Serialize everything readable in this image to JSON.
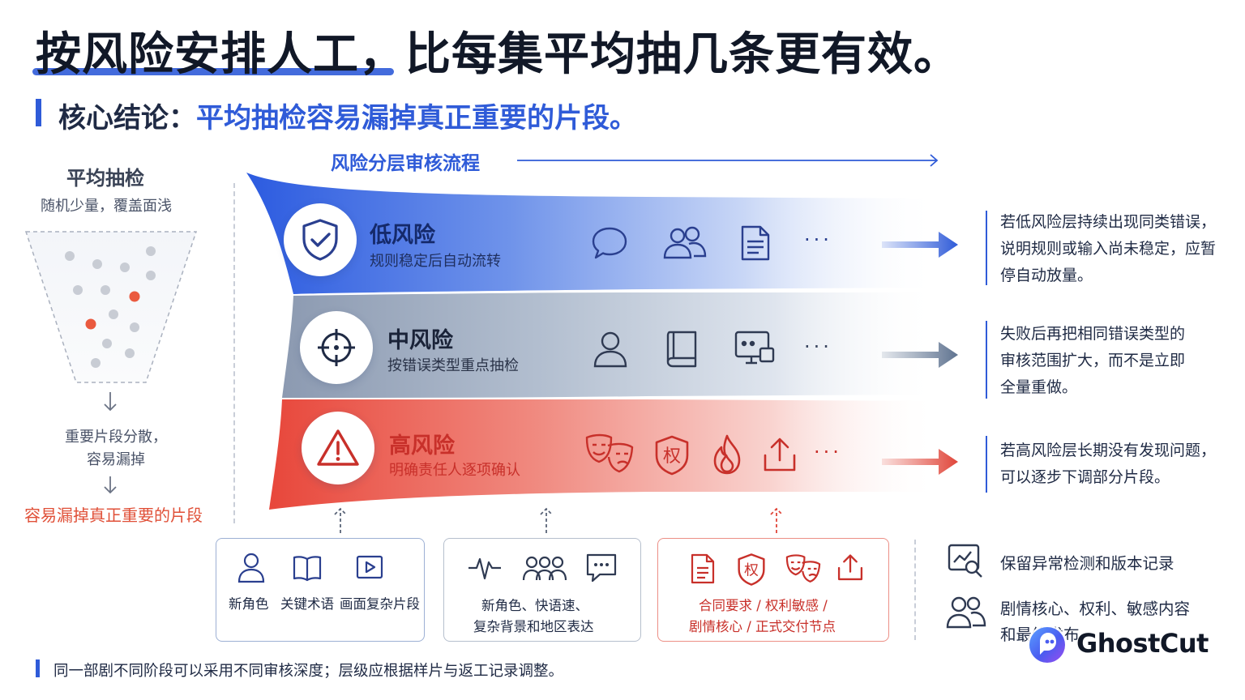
{
  "title": "按风险安排人工，比每集平均抽几条更有效。",
  "subtitle": {
    "prefix": "核心结论：",
    "highlight": "平均抽检容易漏掉真正重要的片段。"
  },
  "left": {
    "title": "平均抽检",
    "subtitle": "随机少量，覆盖面浅",
    "scatter_text": "重要片段分散，容易漏掉",
    "miss_text": "容易漏掉真正重要的片段"
  },
  "flow": {
    "title": "风险分层审核流程",
    "tiers": [
      {
        "name": "低风险",
        "desc": "规则稳定后自动流转",
        "icons": [
          "chat-bubble-icon",
          "users-icon",
          "document-icon"
        ],
        "dots": "···",
        "note": "若低风险层持续出现同类错误，说明规则或输入尚未稳定，应暂停自动放量。"
      },
      {
        "name": "中风险",
        "desc": "按错误类型重点抽检",
        "icons": [
          "user-icon",
          "book-icon",
          "screen-icon"
        ],
        "dots": "···",
        "note": "失败后再把相同错误类型的审核范围扩大，而不是立即全量重做。"
      },
      {
        "name": "高风险",
        "desc": "明确责任人逐项确认",
        "icons": [
          "masks-icon",
          "rights-shield-icon",
          "fire-icon",
          "upload-icon"
        ],
        "dots": "···",
        "note": "若高风险层长期没有发现问题，可以逐步下调部分片段。"
      }
    ]
  },
  "boxes": [
    {
      "labels": [
        "新角色",
        "关键术语",
        "画面复杂片段"
      ]
    },
    {
      "line1": "新角色、快语速、",
      "line2": "复杂背景和地区表达"
    },
    {
      "line1": "合同要求 / 权利敏感 /",
      "line2": "剧情核心 / 正式交付节点"
    }
  ],
  "rights_char": "权",
  "side_items": [
    {
      "icon": "inspect-icon",
      "text": "保留异常检测和版本记录"
    },
    {
      "icon": "team-icon",
      "text": "剧情核心、权利、敏感内容和最终发布"
    }
  ],
  "footer": "同一部剧不同阶段可以采用不同审核深度；层级应根据样片与返工记录调整。",
  "logo": "GhostCut",
  "colors": {
    "blue": "#2f5bd8",
    "slate": "#5f7390",
    "red": "#e0463a",
    "navy": "#1f2a44"
  }
}
